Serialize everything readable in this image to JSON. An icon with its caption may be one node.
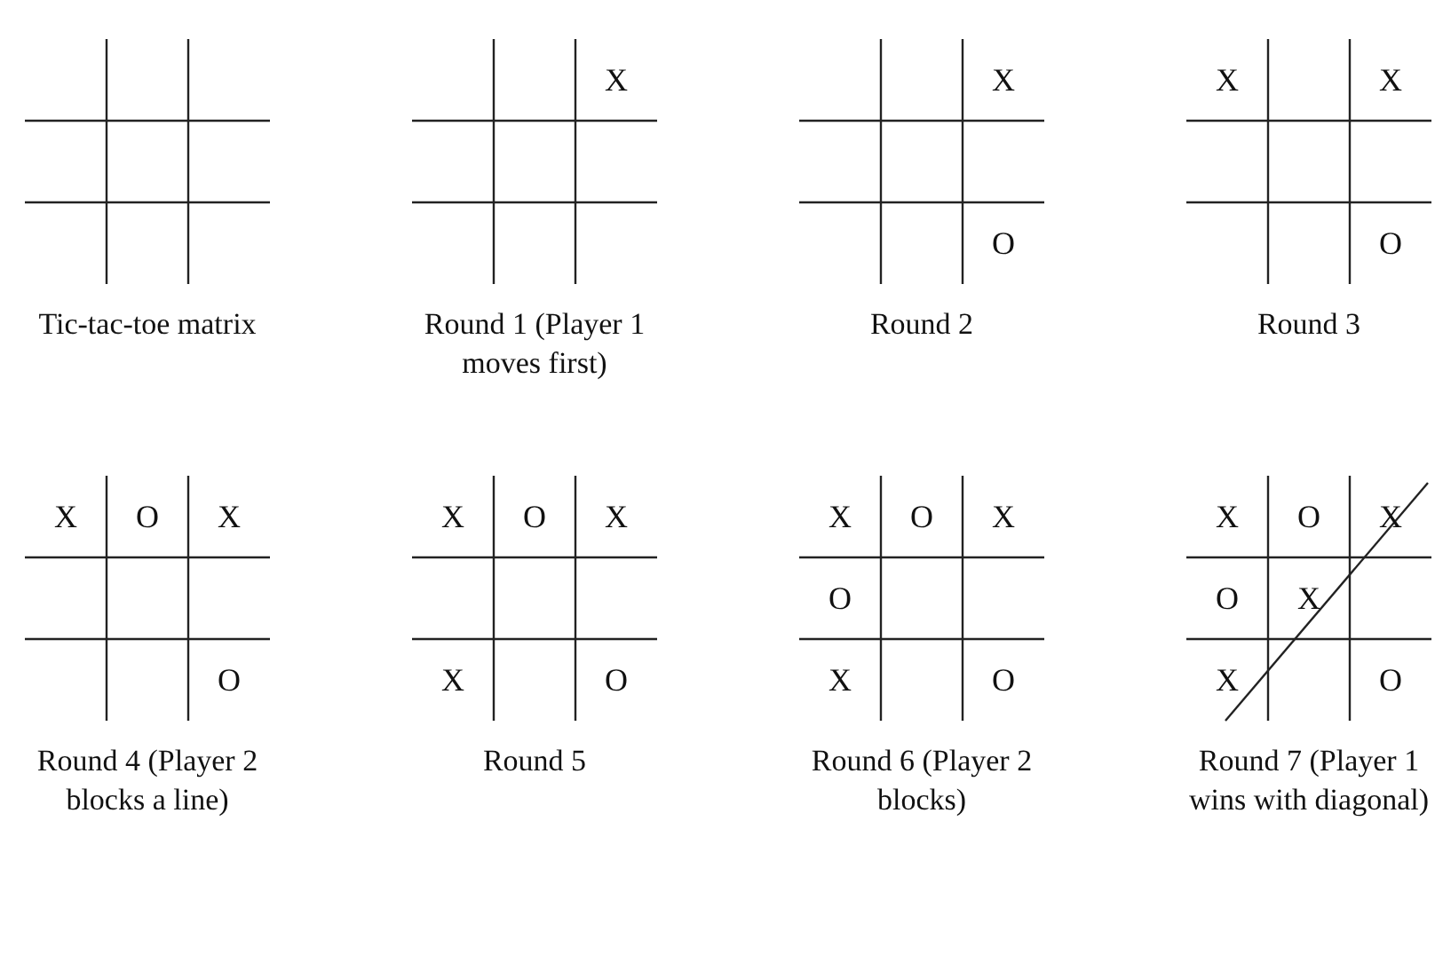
{
  "diagram": {
    "nodes": [
      {
        "text": [],
        "shape": "grid",
        "beside": [
          "Tic-tac-toe matrix"
        ]
      },
      {
        "text": [],
        "shape": "grid",
        "beside": [
          "Round 1 (Player 1 moves first)"
        ]
      },
      {
        "text": [
          "X"
        ],
        "in": 1
      },
      {
        "text": [],
        "shape": "grid",
        "beside": [
          "Round 2"
        ]
      },
      {
        "text": [
          "X"
        ],
        "in": 3
      },
      {
        "text": [
          "O"
        ],
        "in": 3
      },
      {
        "text": [],
        "shape": "grid",
        "beside": [
          "Round 3"
        ]
      },
      {
        "text": [
          "X"
        ],
        "in": 6
      },
      {
        "text": [
          "X"
        ],
        "in": 6
      },
      {
        "text": [
          "O"
        ],
        "in": 6
      },
      {
        "text": [],
        "shape": "grid",
        "beside": [
          "Round 4 (Player 2 blocks a line)"
        ]
      },
      {
        "text": [
          "X"
        ],
        "in": 10
      },
      {
        "text": [
          "O"
        ],
        "in": 10
      },
      {
        "text": [
          "X"
        ],
        "in": 10
      },
      {
        "text": [
          "O"
        ],
        "in": 10
      },
      {
        "text": [],
        "shape": "grid",
        "beside": [
          "Round 5"
        ]
      },
      {
        "text": [
          "X"
        ],
        "in": 15
      },
      {
        "text": [
          "O"
        ],
        "in": 15
      },
      {
        "text": [
          "X"
        ],
        "in": 15
      },
      {
        "text": [
          "X"
        ],
        "in": 15
      },
      {
        "text": [
          "O"
        ],
        "in": 15
      },
      {
        "text": [],
        "shape": "grid",
        "beside": [
          "Round 6 (Player 2 blocks)"
        ]
      },
      {
        "text": [
          "X"
        ],
        "in": 21
      },
      {
        "text": [
          "O"
        ],
        "in": 21
      },
      {
        "text": [
          "X"
        ],
        "in": 21
      },
      {
        "text": [
          "O"
        ],
        "in": 21
      },
      {
        "text": [
          "X"
        ],
        "in": 21
      },
      {
        "text": [
          "O"
        ],
        "in": 21
      },
      {
        "text": [],
        "shape": "grid",
        "beside": [
          "Round 7 (Player 1 wins with diagonal)"
        ]
      },
      {
        "text": [
          "X"
        ],
        "in": 28
      },
      {
        "text": [
          "O"
        ],
        "in": 28
      },
      {
        "text": [
          "X"
        ],
        "in": 28
      },
      {
        "text": [
          "O"
        ],
        "in": 28
      },
      {
        "text": [
          "X"
        ],
        "in": 28
      },
      {
        "text": [
          "X"
        ],
        "in": 28
      },
      {
        "text": [
          "O"
        ],
        "in": 28
      }
    ]
  }
}
